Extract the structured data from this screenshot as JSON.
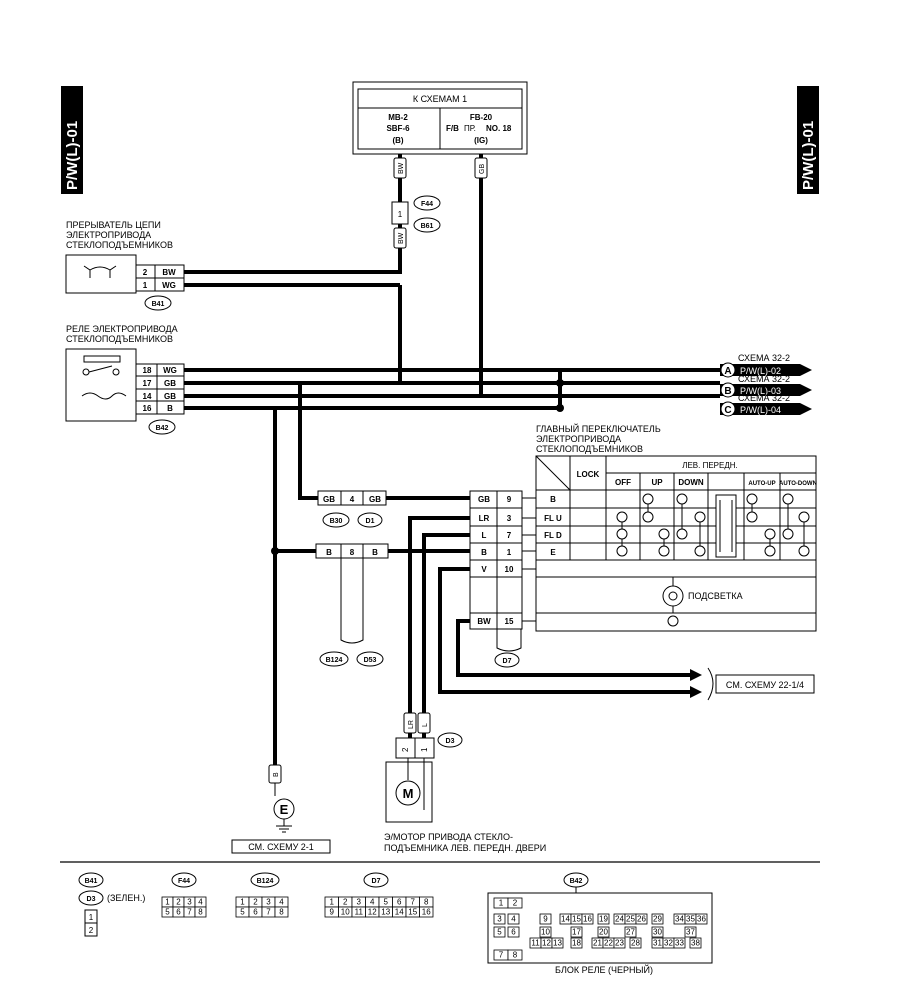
{
  "side_tab": {
    "left": "P/W(L)-01",
    "right": "P/W(L)-01"
  },
  "top_box": {
    "title": "К СХЕМАМ 1",
    "left_col": {
      "line1": "MB-2",
      "line2": "SBF-6",
      "line3": "(B)"
    },
    "right_col": {
      "line1": "FB-20",
      "line2_a": "F/B",
      "line2_b": "ПР.",
      "line2_c": "NO. 18",
      "line3": "(IG)"
    }
  },
  "wire_tags": {
    "bw_top": "BW",
    "gb_top": "GB",
    "bw_mid": "BW",
    "b_ground": "B",
    "lr_motor": "LR",
    "l_motor": "L"
  },
  "connectors": {
    "f44": "F44",
    "b61": "B61",
    "b41": "B41",
    "b42": "B42",
    "b30": "B30",
    "d1": "D1",
    "b124": "B124",
    "d53": "D53",
    "d7": "D7",
    "d3": "D3"
  },
  "inline_fuse_pin": "1",
  "breaker": {
    "label_lines": [
      "ПРЕРЫВАТЕЛЬ ЦЕПИ",
      "ЭЛЕКТРОПРИВОДА",
      "СТЕКЛОПОДЪЕМНИКОВ"
    ],
    "pins": [
      {
        "num": "2",
        "color": "BW"
      },
      {
        "num": "1",
        "color": "WG"
      }
    ]
  },
  "relay": {
    "label_lines": [
      "РЕЛЕ ЭЛЕКТРОПРИВОДА",
      "СТЕКЛОПОДЪЕМНИКОВ"
    ],
    "pins": [
      {
        "num": "18",
        "color": "WG"
      },
      {
        "num": "17",
        "color": "GB"
      },
      {
        "num": "14",
        "color": "GB"
      },
      {
        "num": "16",
        "color": "B"
      }
    ]
  },
  "refs": [
    {
      "letter": "A",
      "schema": "СХЕМА 32-2",
      "code": "P/W(L)-02"
    },
    {
      "letter": "B",
      "schema": "СХЕМА 32-2",
      "code": "P/W(L)-03"
    },
    {
      "letter": "C",
      "schema": "СХЕМА 32-2",
      "code": "P/W(L)-04"
    }
  ],
  "b30_pin": {
    "left": "GB",
    "num": "4",
    "right": "GB"
  },
  "b124_pin": {
    "left": "B",
    "num": "8",
    "right": "B"
  },
  "switch": {
    "label_lines": [
      "ГЛАВНЫЙ ПЕРЕКЛЮЧАТЕЛЬ",
      "ЭЛЕКТРОПРИВОДА",
      "СТЕКЛОПОДЪЕМНИКОВ"
    ],
    "lock": "LOCK",
    "group": "ЛЕВ. ПЕРЕДН.",
    "positions": [
      "OFF",
      "UP",
      "DOWN",
      "AUTO-UP",
      "AUTO-DOWN"
    ],
    "rows": [
      {
        "color": "GB",
        "pin": "9",
        "name": "B"
      },
      {
        "color": "LR",
        "pin": "3",
        "name": "FL U"
      },
      {
        "color": "L",
        "pin": "7",
        "name": "FL D"
      },
      {
        "color": "B",
        "pin": "1",
        "name": "E"
      },
      {
        "color": "V",
        "pin": "10",
        "name": ""
      },
      {
        "color": "BW",
        "pin": "15",
        "name": ""
      }
    ],
    "illumination": "ПОДСВЕТКА"
  },
  "see_scheme_22": "СМ. СХЕМУ 22-1/4",
  "motor": {
    "pins": [
      {
        "num": "2"
      },
      {
        "num": "1"
      }
    ],
    "symbol": "M",
    "label_lines": [
      "Э/МОТОР ПРИВОДА СТЕКЛО-",
      "ПОДЪЕМНИКА ЛЕВ. ПЕРЕДН. ДВЕРИ"
    ]
  },
  "ground": {
    "symbol": "E",
    "see": "СМ. СХЕМУ 2-1"
  },
  "legend": {
    "b41": "B41",
    "d3": "D3",
    "d3_note": "(ЗЕЛЕН.)",
    "d3_pins": [
      "1",
      "2"
    ],
    "f44": "F44",
    "f44_pins": [
      "1",
      "2",
      "3",
      "4",
      "5",
      "6",
      "7",
      "8"
    ],
    "b124": "B124",
    "b124_pins": [
      "1",
      "2",
      "3",
      "4",
      "5",
      "6",
      "7",
      "8"
    ],
    "d7": "D7",
    "d7_pins": [
      "1",
      "2",
      "3",
      "4",
      "5",
      "6",
      "7",
      "8",
      "9",
      "10",
      "11",
      "12",
      "13",
      "14",
      "15",
      "16"
    ],
    "b42": "B42",
    "b42_pins_row1": [
      "1",
      "2"
    ],
    "b42_pins_row2": [
      "3",
      "4",
      "9",
      "14",
      "15",
      "16",
      "19",
      "24",
      "25",
      "26",
      "29",
      "34",
      "35",
      "36"
    ],
    "b42_pins_row3": [
      "5",
      "6",
      "10",
      "17",
      "20",
      "27",
      "30",
      "37"
    ],
    "b42_pins_row4": [
      "11",
      "12",
      "13",
      "18",
      "21",
      "22",
      "23",
      "28",
      "31",
      "32",
      "33",
      "38"
    ],
    "b42_pins_row5": [
      "7",
      "8"
    ],
    "b42_caption": "БЛОК РЕЛЕ (ЧЕРНЫЙ)"
  }
}
